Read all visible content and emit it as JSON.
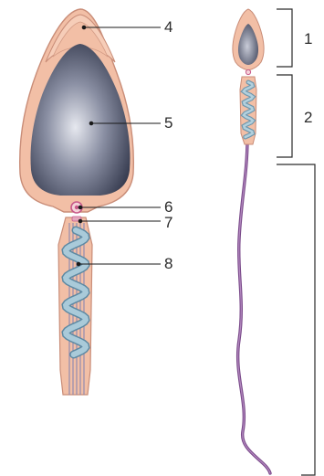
{
  "labels": {
    "detail": [
      "4",
      "5",
      "6",
      "7",
      "8"
    ],
    "whole": [
      "1",
      "2"
    ]
  },
  "colors": {
    "membrane": "#f2bfa6",
    "outline": "#c98d78",
    "nucleus_light": "#d4d7e2",
    "nucleus_dark": "#3a3f55",
    "acrosome": "#f6cdb8",
    "centriole": "#c85a8a",
    "mitochondria": "#9cc1d3",
    "mitochondria_dark": "#5e8aa3",
    "tail": "#8c5a9a",
    "leader": "#1a1a1a",
    "bracket": "#2a2a2a"
  }
}
